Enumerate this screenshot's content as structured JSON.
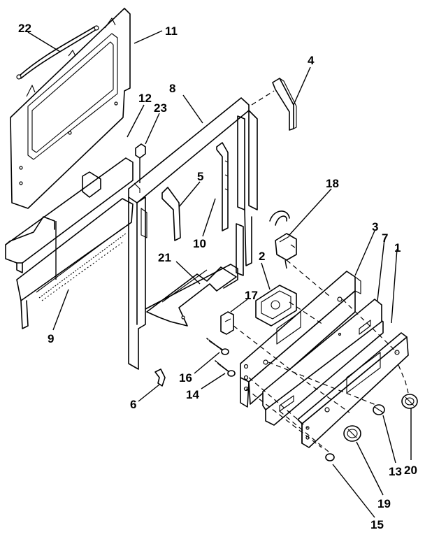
{
  "diagram": {
    "callouts": [
      {
        "id": "22",
        "label": "22"
      },
      {
        "id": "11",
        "label": "11"
      },
      {
        "id": "8",
        "label": "8"
      },
      {
        "id": "4",
        "label": "4"
      },
      {
        "id": "12",
        "label": "12"
      },
      {
        "id": "23",
        "label": "23"
      },
      {
        "id": "5",
        "label": "5"
      },
      {
        "id": "18",
        "label": "18"
      },
      {
        "id": "10",
        "label": "10"
      },
      {
        "id": "3",
        "label": "3"
      },
      {
        "id": "7",
        "label": "7"
      },
      {
        "id": "1",
        "label": "1"
      },
      {
        "id": "2",
        "label": "2"
      },
      {
        "id": "21",
        "label": "21"
      },
      {
        "id": "17",
        "label": "17"
      },
      {
        "id": "9",
        "label": "9"
      },
      {
        "id": "16",
        "label": "16"
      },
      {
        "id": "14",
        "label": "14"
      },
      {
        "id": "6",
        "label": "6"
      },
      {
        "id": "20",
        "label": "20"
      },
      {
        "id": "13",
        "label": "13"
      },
      {
        "id": "19",
        "label": "19"
      },
      {
        "id": "15",
        "label": "15"
      }
    ]
  }
}
